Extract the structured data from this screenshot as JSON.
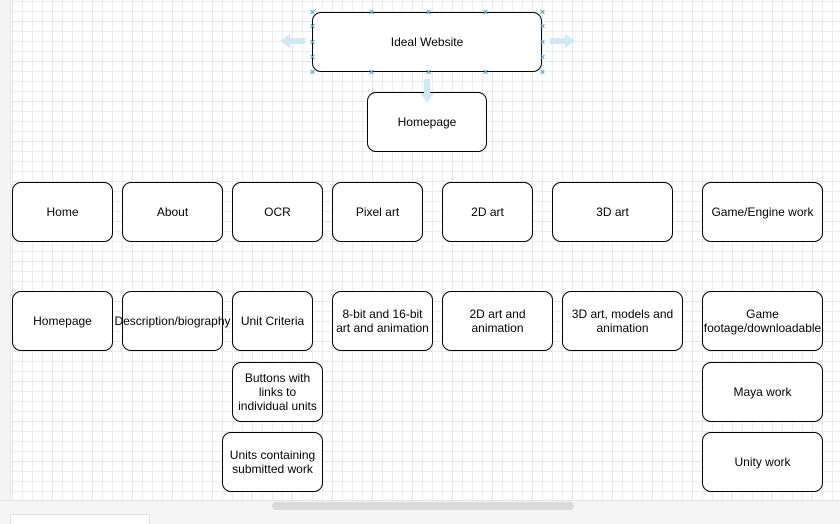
{
  "diagram": {
    "nodes": {
      "root": "Ideal Website",
      "homepage": "Homepage",
      "row1": {
        "home": "Home",
        "about": "About",
        "ocr": "OCR",
        "pixel_art": "Pixel art",
        "art_2d": "2D art",
        "art_3d": "3D art",
        "game_engine": "Game/Engine work"
      },
      "row2": {
        "homepage": "Homepage",
        "description": "Description/biography",
        "unit_criteria": "Unit Criteria",
        "bit_art": "8-bit and 16-bit art and animation",
        "art_2d_anim": "2D art and animation",
        "art_3d_models": "3D art, models and animation",
        "game_footage": "Game footage/downloadable"
      },
      "row3": {
        "buttons_links": "Buttons with links to individual units",
        "maya": "Maya work"
      },
      "row4": {
        "units_work": "Units containing submitted work",
        "unity": "Unity work"
      }
    },
    "selection_color": "#3fa8e0"
  }
}
